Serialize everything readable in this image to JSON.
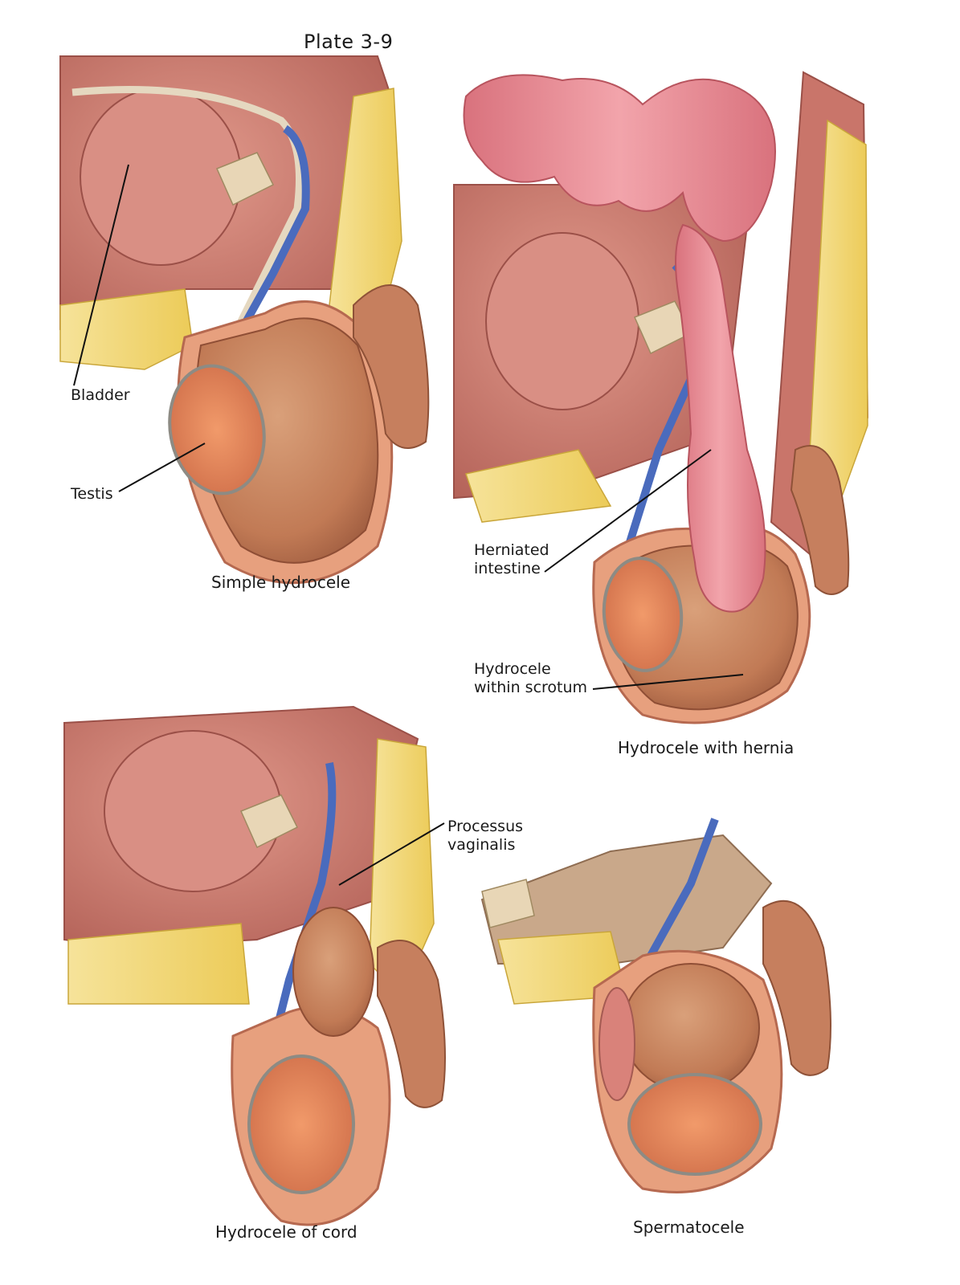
{
  "plate": {
    "title": "Plate 3-9"
  },
  "panels": {
    "simple_hydrocele": {
      "caption": "Simple hydrocele",
      "labels": {
        "bladder": "Bladder",
        "testis": "Testis"
      }
    },
    "hydrocele_with_hernia": {
      "caption": "Hydrocele with hernia",
      "labels": {
        "herniated_intestine_line1": "Herniated",
        "herniated_intestine_line2": "intestine",
        "hydrocele_scrotum_line1": "Hydrocele",
        "hydrocele_scrotum_line2": "within scrotum"
      }
    },
    "hydrocele_of_cord": {
      "caption": "Hydrocele of cord",
      "labels": {
        "processus_vaginalis_line1": "Processus",
        "processus_vaginalis_line2": "vaginalis"
      }
    },
    "spermatocele": {
      "caption": "Spermatocele"
    }
  },
  "colors": {
    "muscle": "#c9756a",
    "muscle_dark": "#a8544c",
    "fat": "#f2d675",
    "fluid_sac": "#c98a62",
    "vein": "#4a6bbd",
    "bone": "#e8d6b6",
    "testis": "#e8875a",
    "intestine": "#e88f97",
    "penis": "#c67f5e",
    "leader": "#111111"
  }
}
